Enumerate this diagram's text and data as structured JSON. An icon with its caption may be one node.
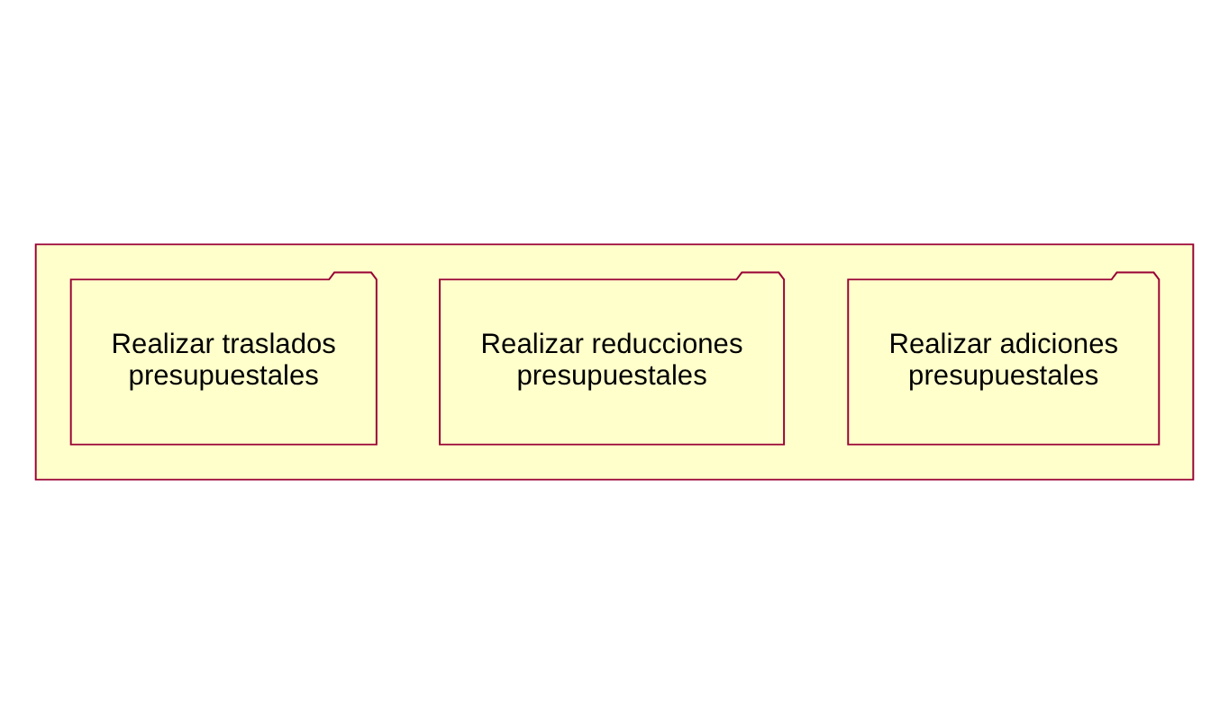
{
  "diagram": {
    "nodes": [
      {
        "text": [],
        "shape": "folder"
      },
      {
        "text": [
          "Realizar adiciones presupuestales"
        ],
        "in": 0
      },
      {
        "text": [
          "Realizar reducciones presupuestales"
        ],
        "in": 0
      },
      {
        "text": [
          "Realizar traslados presupuestales"
        ],
        "in": 0
      }
    ]
  }
}
